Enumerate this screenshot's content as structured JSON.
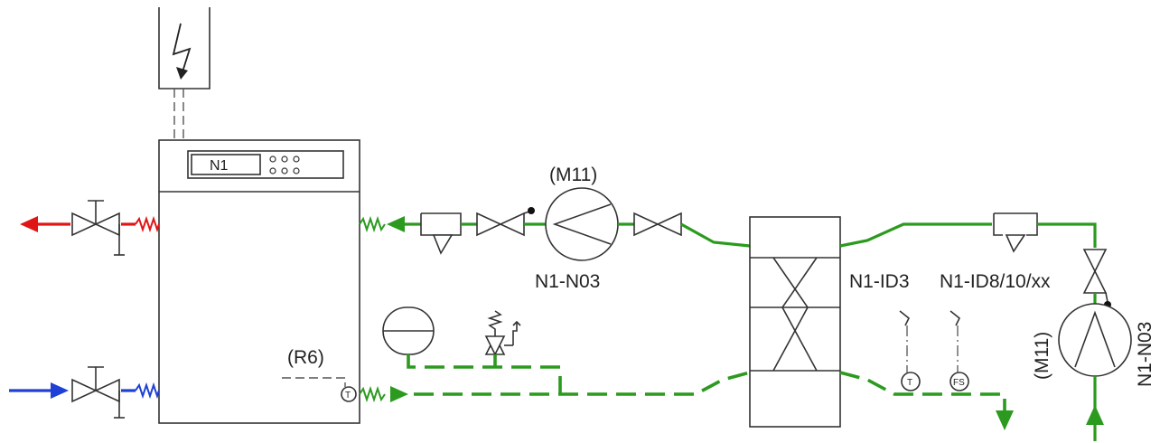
{
  "labels": {
    "controller": "N1",
    "pump_top": "(M11)",
    "pump_top_id": "N1-N03",
    "sensor_r6": "(R6)",
    "sensor_id3": "N1-ID3",
    "sensor_id8": "N1-ID8/10/xx",
    "pump_right": "(M11)",
    "pump_right_id": "N1-N03",
    "temp_symbol": "T",
    "flow_symbol": "FS",
    "r6_symbol": "T"
  },
  "colors": {
    "supply_hot": "#e01616",
    "return_cold": "#1f3fd6",
    "circuit": "#2b9a1e",
    "line": "#333333"
  },
  "icons": {
    "electric": "lightning-icon",
    "valve": "gate-valve-icon",
    "strainer": "strainer-icon",
    "pump": "circulation-pump-icon",
    "heat_exchanger": "plate-heat-exchanger-icon",
    "expansion_vessel": "expansion-vessel-icon",
    "safety_valve": "safety-valve-icon"
  }
}
